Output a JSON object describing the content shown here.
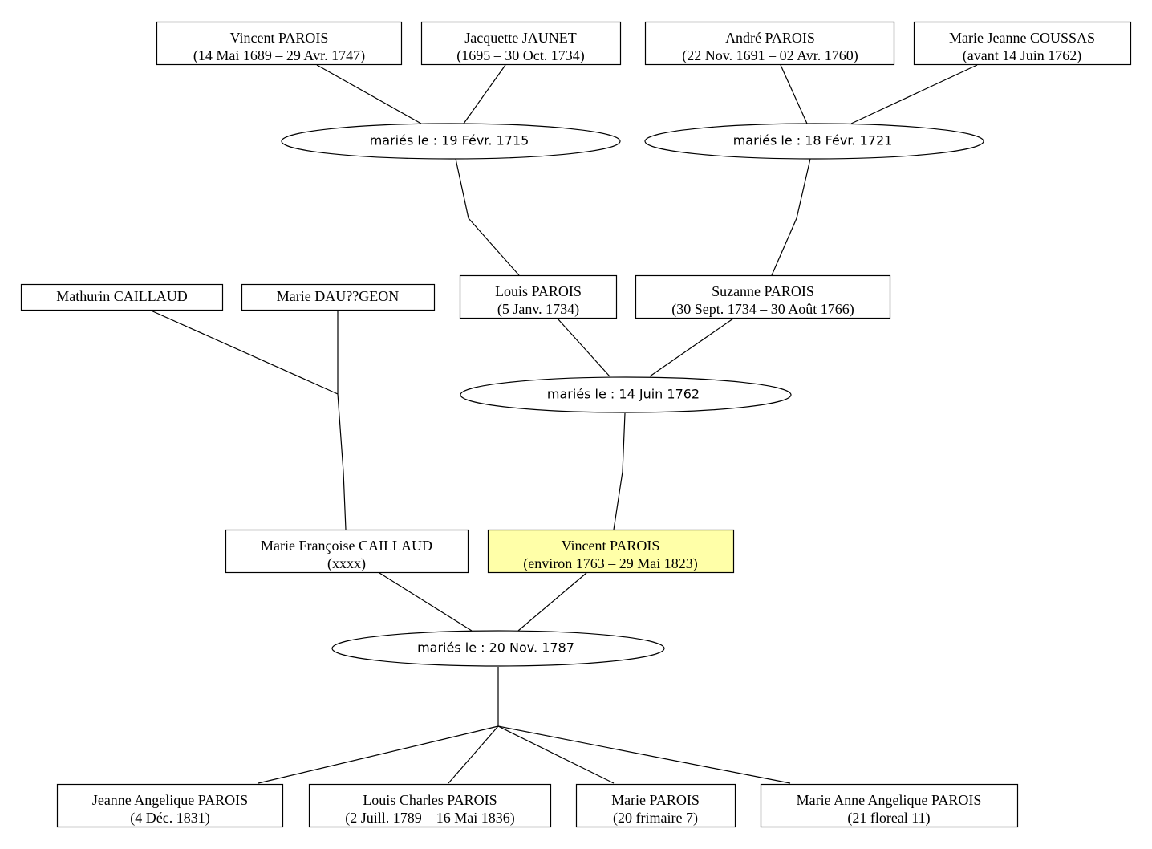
{
  "persons": {
    "vincent_parois_sr": {
      "name": "Vincent PAROIS",
      "dates": "(14 Mai 1689 – 29 Avr. 1747)"
    },
    "jacquette_jaunet": {
      "name": "Jacquette JAUNET",
      "dates": "(1695 – 30 Oct. 1734)"
    },
    "andre_parois": {
      "name": "André PAROIS",
      "dates": "(22 Nov. 1691 – 02 Avr. 1760)"
    },
    "marie_jeanne_coussas": {
      "name": "Marie Jeanne COUSSAS",
      "dates": "(avant 14 Juin 1762)"
    },
    "mathurin_caillaud": {
      "name": "Mathurin CAILLAUD"
    },
    "marie_dau_geon": {
      "name": "Marie DAU??GEON"
    },
    "louis_parois": {
      "name": "Louis PAROIS",
      "dates": "(5 Janv. 1734)"
    },
    "suzanne_parois": {
      "name": "Suzanne PAROIS",
      "dates": "(30 Sept. 1734 – 30 Août 1766)"
    },
    "marie_francoise_caillaud": {
      "name": "Marie Françoise CAILLAUD",
      "dates": "(xxxx)"
    },
    "vincent_parois": {
      "name": "Vincent PAROIS",
      "dates": "(environ 1763 – 29 Mai 1823)"
    },
    "jeanne_angelique_parois": {
      "name": "Jeanne Angelique PAROIS",
      "dates": "(4 Déc. 1831)"
    },
    "louis_charles_parois": {
      "name": "Louis Charles PAROIS",
      "dates": "(2 Juill. 1789 – 16 Mai 1836)"
    },
    "marie_parois": {
      "name": "Marie PAROIS",
      "dates": "(20 frimaire 7)"
    },
    "marie_anne_angelique_parois": {
      "name": "Marie Anne Angelique PAROIS",
      "dates": "(21 floreal 11)"
    }
  },
  "marriages": {
    "m1715": {
      "label": "mariés le : 19 Févr. 1715"
    },
    "m1721": {
      "label": "mariés le : 18 Févr. 1721"
    },
    "m1762": {
      "label": "mariés le : 14 Juin 1762"
    },
    "m1787": {
      "label": "mariés le : 20 Nov. 1787"
    }
  },
  "colors": {
    "highlight": "#ffffa8",
    "stroke": "#000000",
    "background": "#ffffff"
  }
}
